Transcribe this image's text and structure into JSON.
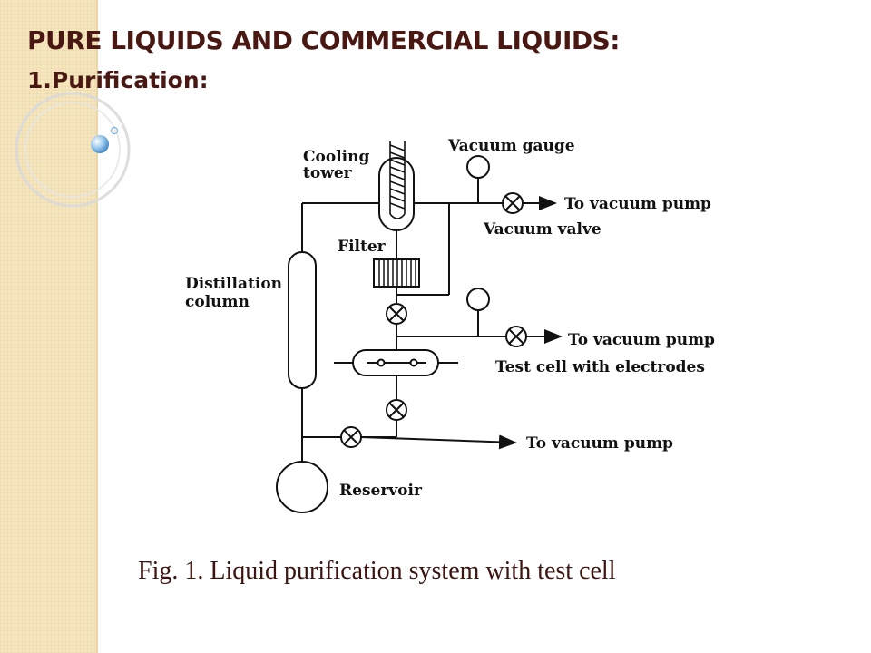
{
  "slide": {
    "title": "PURE LIQUIDS AND COMMERCIAL LIQUIDS:",
    "subtitle": "1.Purification:",
    "caption": "Fig. 1. Liquid purification system with test cell",
    "colors": {
      "title": "#4a1812",
      "sidebar": "#f6e6bd",
      "accent_bubble": "#8fc3ea"
    }
  },
  "diagram": {
    "labels": {
      "cooling_tower_1": "Cooling",
      "cooling_tower_2": "tower",
      "vacuum_gauge": "Vacuum gauge",
      "to_pump_top": "To vacuum pump",
      "vacuum_valve": "Vacuum valve",
      "filter": "Filter",
      "distillation_1": "Distillation",
      "distillation_2": "column",
      "to_pump_mid": "To vacuum pump",
      "test_cell": "Test cell with electrodes",
      "to_pump_bottom": "To vacuum pump",
      "reservoir": "Reservoir"
    }
  }
}
